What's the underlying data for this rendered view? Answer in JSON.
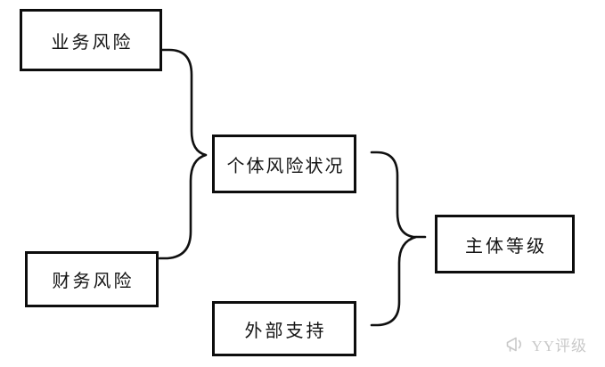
{
  "diagram": {
    "nodes": [
      {
        "id": "business-risk",
        "label": "业务风险"
      },
      {
        "id": "financial-risk",
        "label": "财务风险"
      },
      {
        "id": "individual-risk-profile",
        "label": "个体风险状况"
      },
      {
        "id": "external-support",
        "label": "外部支持"
      },
      {
        "id": "issuer-rating",
        "label": "主体等级"
      }
    ],
    "connections": [
      {
        "type": "brace",
        "from": [
          "business-risk",
          "financial-risk"
        ],
        "to": "individual-risk-profile"
      },
      {
        "type": "brace",
        "from": [
          "individual-risk-profile",
          "external-support"
        ],
        "to": "issuer-rating"
      }
    ],
    "colors": {
      "background": "#ffffff",
      "line": "#101010",
      "box_border": "#0d0d0d",
      "box_fill": "#ffffff",
      "text": "#141414",
      "watermark": "#c9c9c9"
    }
  },
  "watermark": {
    "icon": "megaphone-icon",
    "label": "YY评级"
  }
}
